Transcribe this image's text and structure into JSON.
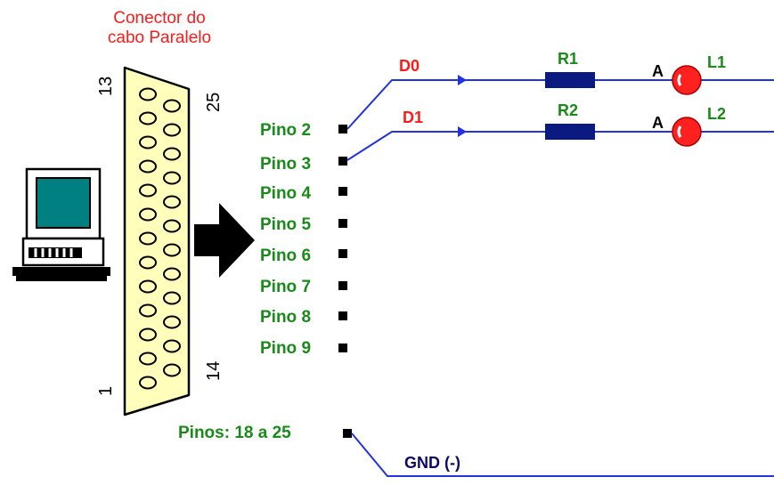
{
  "connector": {
    "caption_line1": "Conector do",
    "caption_line2": "cabo Paralelo",
    "num_top_left": "13",
    "num_top_right": "25",
    "num_bottom_left": "1",
    "num_bottom_right": "14"
  },
  "pins": [
    {
      "label": "Pino 2"
    },
    {
      "label": "Pino 3"
    },
    {
      "label": "Pino 4"
    },
    {
      "label": "Pino 5"
    },
    {
      "label": "Pino 6"
    },
    {
      "label": "Pino 7"
    },
    {
      "label": "Pino 8"
    },
    {
      "label": "Pino 9"
    }
  ],
  "ground_pins": "Pinos: 18 a 25",
  "circuits": [
    {
      "signal": "D0",
      "resistor": "R1",
      "anode": "A",
      "led": "L1"
    },
    {
      "signal": "D1",
      "resistor": "R2",
      "anode": "A",
      "led": "L2"
    }
  ],
  "ground_label": "GND (-)",
  "colors": {
    "wire": "#2233dd",
    "connector_fill": "#ffffbb",
    "pin_text": "#1a8a1a",
    "signal_text": "#ff1a1a",
    "led": "#ff2020",
    "resistor": "#0a1a80"
  }
}
